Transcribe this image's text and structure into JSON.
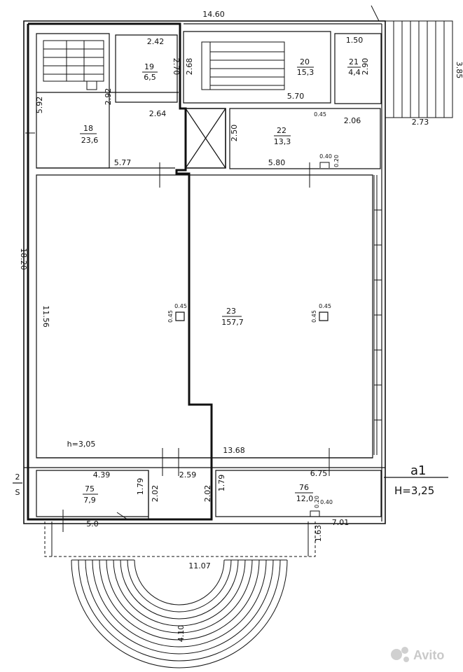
{
  "rooms": [
    {
      "id": "18",
      "area": "23,6"
    },
    {
      "id": "19",
      "area": "6,5"
    },
    {
      "id": "20",
      "area": "15,3"
    },
    {
      "id": "21",
      "area": "4,4"
    },
    {
      "id": "22",
      "area": "13,3"
    },
    {
      "id": "23",
      "area": "157,7"
    },
    {
      "id": "75",
      "area": "7,9"
    },
    {
      "id": "76",
      "area": "12,0"
    }
  ],
  "dimensions": {
    "overall_width": "14.60",
    "overall_height": "18.20",
    "r19_top": "2.42",
    "r19_side": "2.70",
    "r19_bottom": "2.64",
    "r18_side_a": "2.92",
    "r18_side_b": "5.92",
    "r18_bottom": "5.77",
    "stair_side": "2.68",
    "stair_bottom": "5.70",
    "r21_top": "1.50",
    "r21_side": "2.90",
    "porch_depth": "3.85",
    "porch_width": "2.73",
    "r22_side": "2.50",
    "r22_top": "2.06",
    "r22_bottom": "5.80",
    "col_045_a": "0.45",
    "niche_a": "0.40",
    "niche_b": "0.20",
    "hall_height": "11.56",
    "hall_width": "13.68",
    "ceiling": "h=3,05",
    "b_left": "4.39",
    "b_w1": "1.79",
    "b_w2": "2.02",
    "b_mid": "2.59",
    "b_w3": "2.02",
    "b_w4": "1.79",
    "b_right": "6.75",
    "b_base": "5.0",
    "b_ext": "7.01",
    "b_side": "1.63",
    "front_width": "11.07",
    "stair_radius": "4.10",
    "pillar": "0.45"
  },
  "markers": {
    "section_a": "a1",
    "ceiling_right": "H=3,25",
    "cut_num": "2",
    "cut_letter": "S"
  },
  "watermark": "Avito"
}
